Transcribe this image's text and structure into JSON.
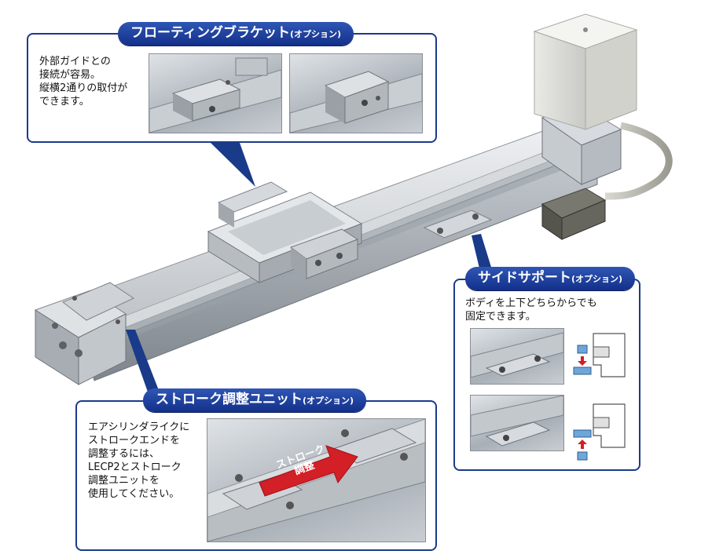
{
  "floating_bracket": {
    "title": "フローティングブラケット",
    "title_suffix": "(オプション)",
    "desc_lines": [
      "外部ガイドとの",
      "接続が容易。",
      "縦横2通りの取付が",
      "できます。"
    ]
  },
  "side_support": {
    "title": "サイドサポート",
    "title_suffix": "(オプション)",
    "desc_lines": [
      "ボディを上下どちらからでも",
      "固定できます。"
    ]
  },
  "stroke_unit": {
    "title": "ストローク調整ユニット",
    "title_suffix": "(オプション)",
    "desc_lines": [
      "エアシリンダライクに",
      "ストロークエンドを",
      "調整するには、",
      "LECP2とストローク",
      "調整ユニットを",
      "使用してください。"
    ],
    "arrow_line1": "ストローク",
    "arrow_line2": "調整"
  },
  "colors": {
    "brand": "#1a3a8a",
    "accent_red": "#d31f26"
  }
}
